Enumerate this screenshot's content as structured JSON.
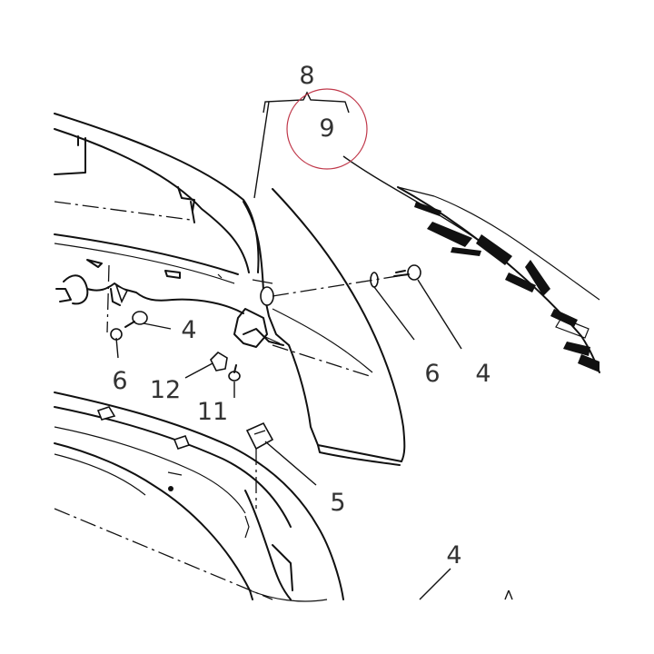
{
  "callouts": {
    "c8": "8",
    "c9": "9",
    "c4a": "4",
    "c6a": "6",
    "c12": "12",
    "c11": "11",
    "c6b": "6",
    "c4b": "4",
    "c5": "5",
    "c4c": "4"
  },
  "colors": {
    "line": "#111111",
    "label": "#333333",
    "highlight_circle": "#c0394b",
    "background": "#ffffff"
  },
  "icons": {
    "decal": "stinger-decal-icon",
    "fastener": "push-pin-fastener-icon",
    "washer": "washer-icon",
    "clip": "j-nut-clip-icon"
  }
}
